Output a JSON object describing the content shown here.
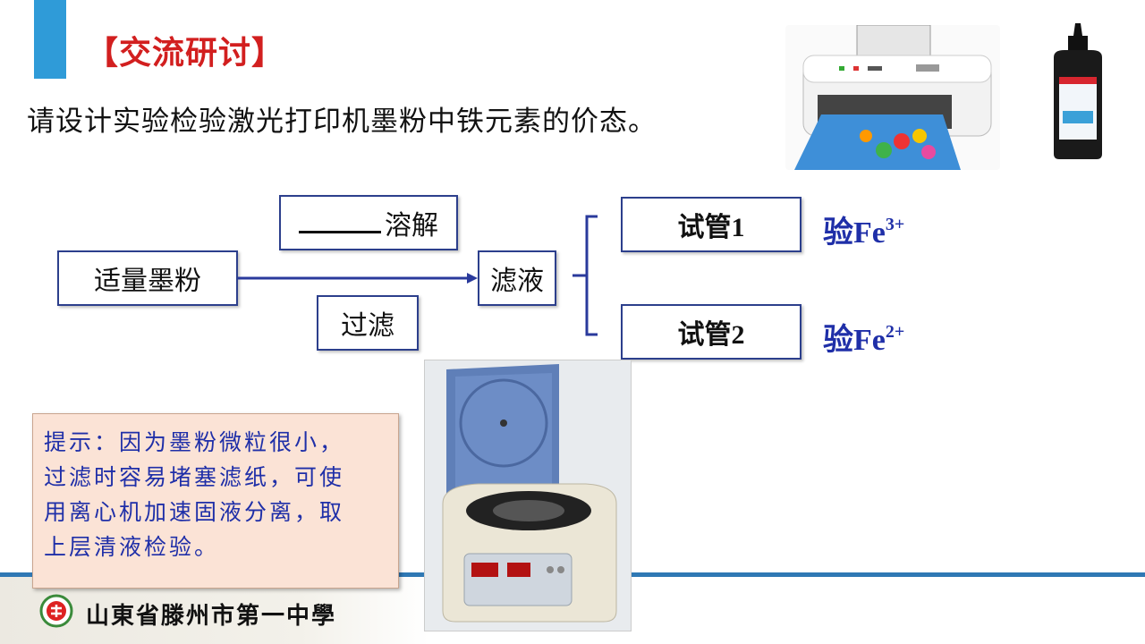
{
  "header": {
    "title": "【交流研讨】"
  },
  "question": "请设计实验检验激光打印机墨粉中铁元素的价态。",
  "flow": {
    "start": "适量墨粉",
    "dissolve_label": "溶解",
    "filter_label": "过滤",
    "filtrate": "滤液",
    "tube1": "试管1",
    "tube2": "试管2",
    "test1_prefix": "验Fe",
    "test1_charge": "3+",
    "test2_prefix": "验Fe",
    "test2_charge": "2+"
  },
  "hint": {
    "lines": [
      "提示：因为墨粉微粒很小，",
      "过滤时容易堵塞滤纸，可使",
      "用离心机加速固液分离，取",
      "上层清液检验。"
    ]
  },
  "footer": {
    "school": "山東省滕州市第一中學"
  },
  "images": {
    "printer": "inkjet-printer-photo",
    "toner": "toner-bottle-photo",
    "centrifuge": "centrifuge-photo"
  },
  "colors": {
    "accent": "#2f9bd8",
    "title": "#d21f1f",
    "hint_text": "#1f2fa8",
    "box_border": "#2c3f8c"
  }
}
